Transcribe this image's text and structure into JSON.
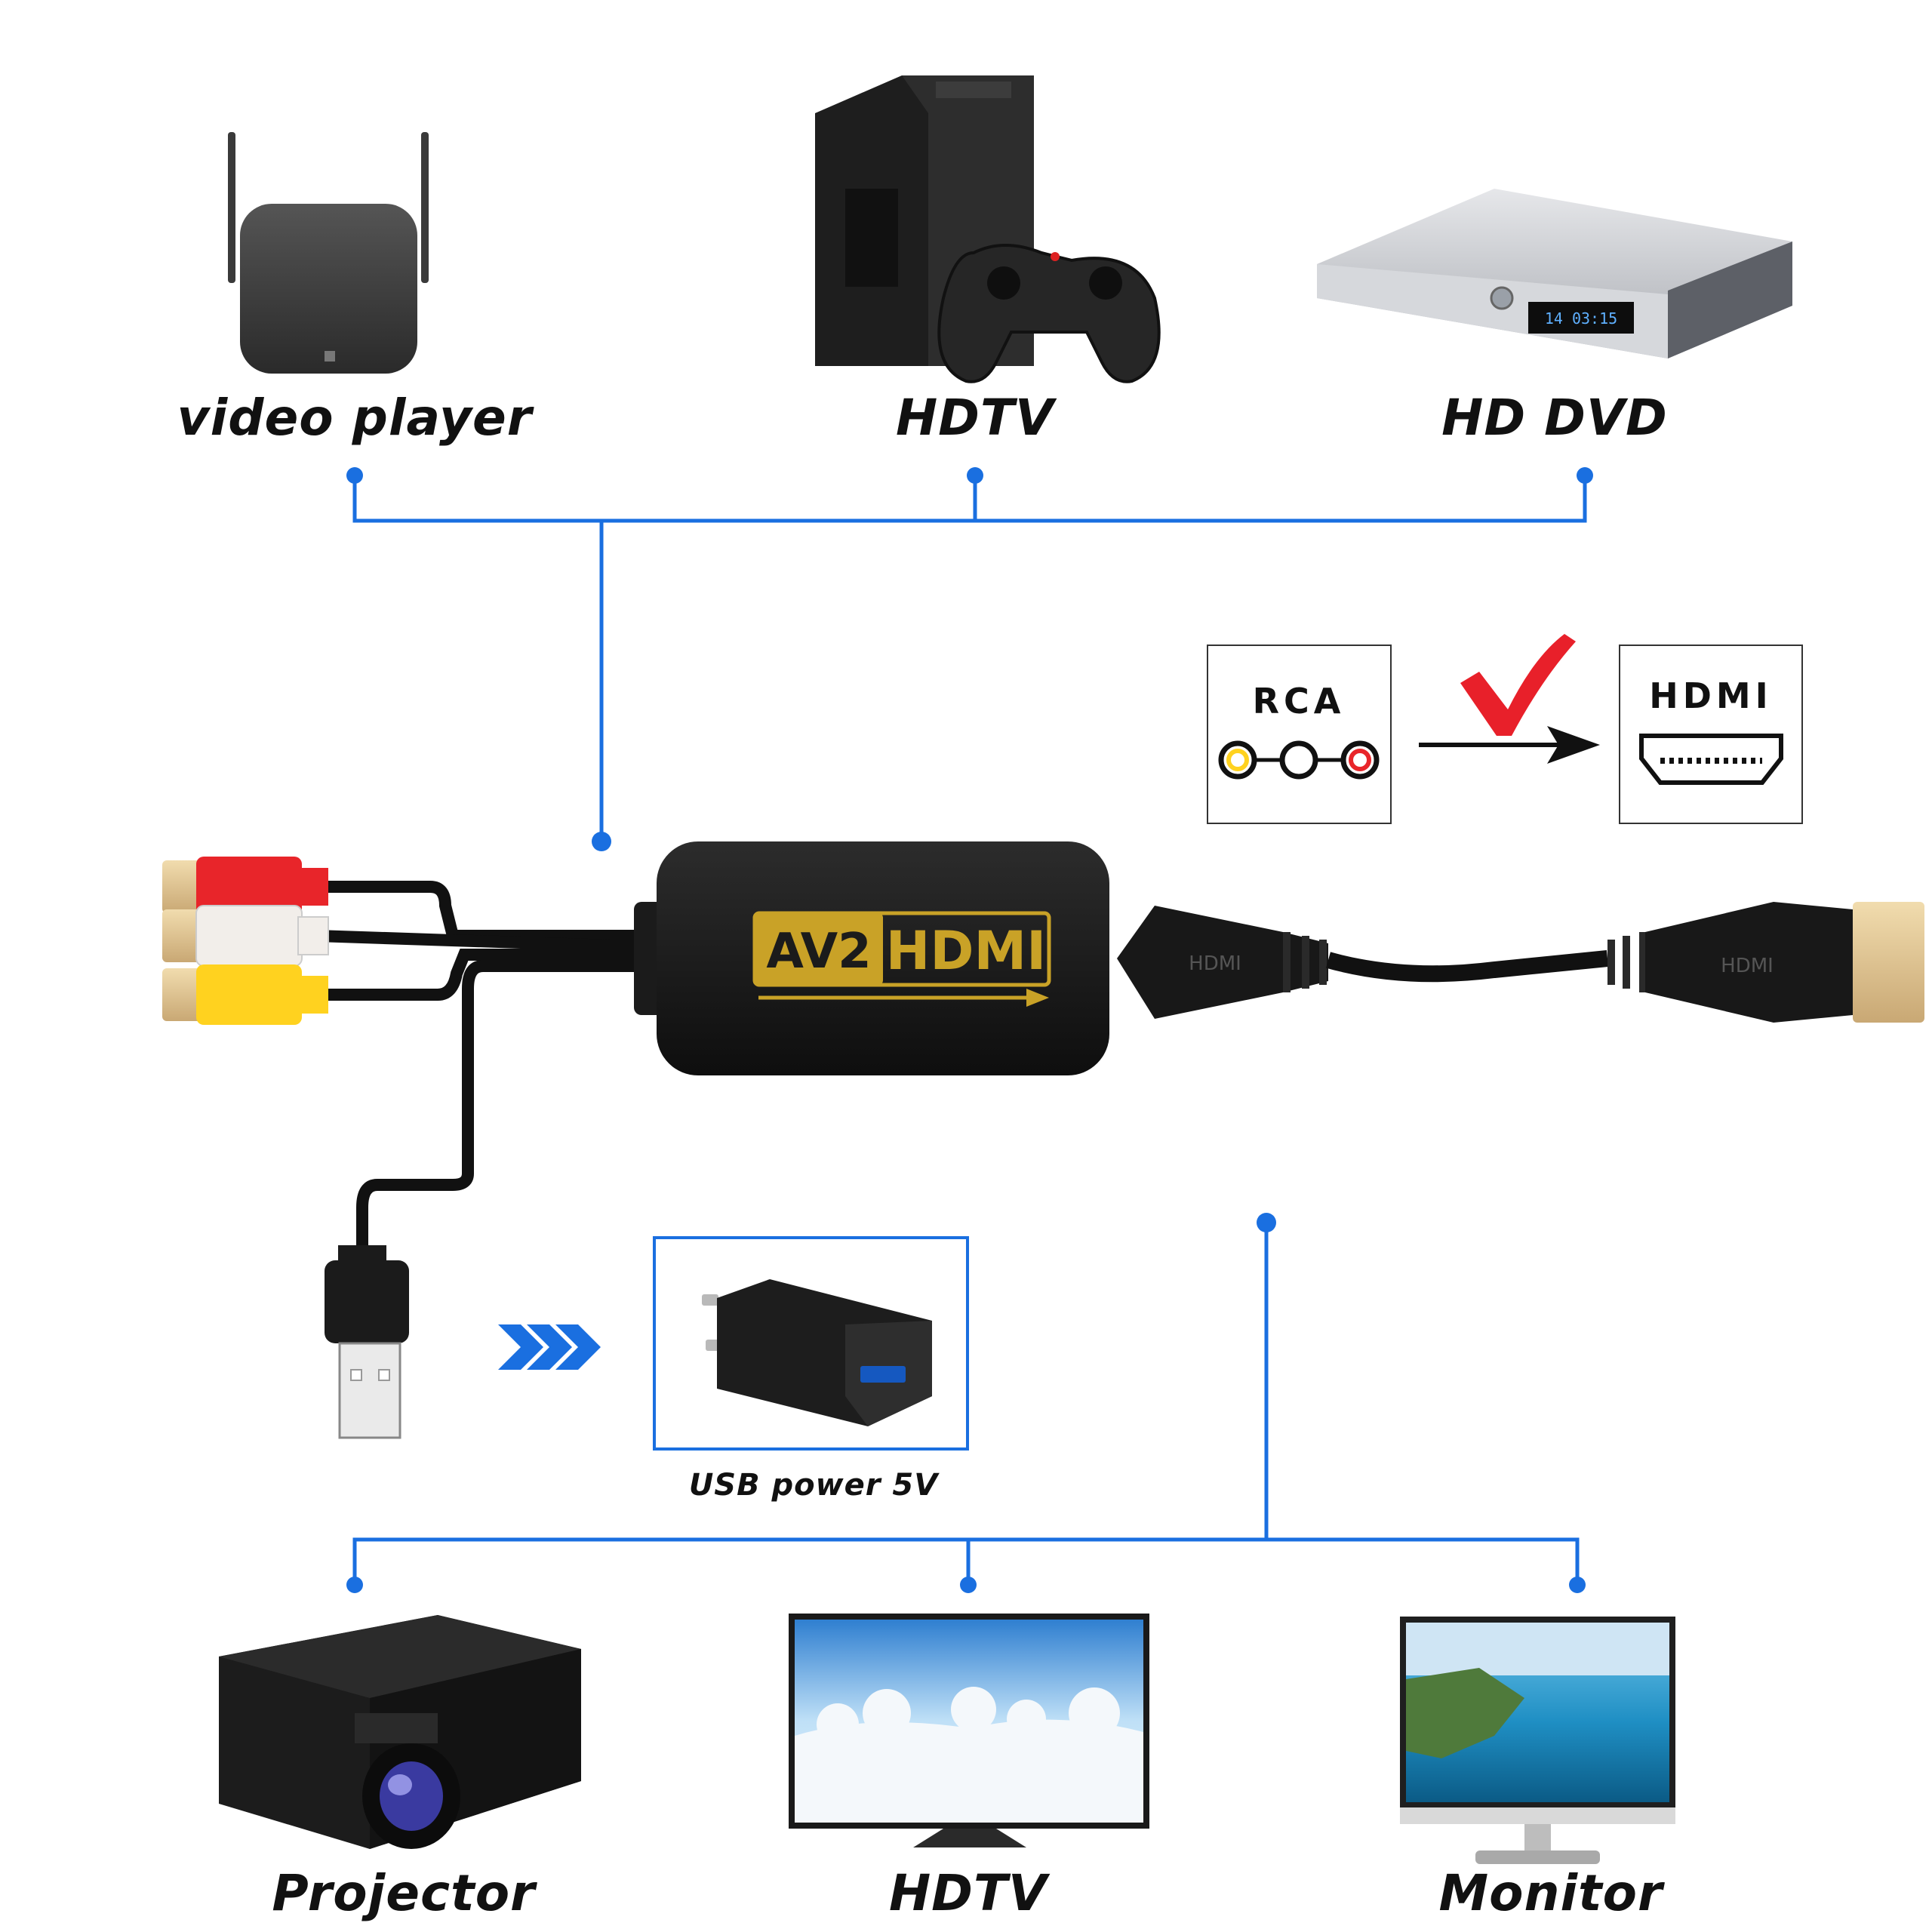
{
  "sources": {
    "video_player": "video player",
    "hdtv": "HDTV",
    "hd_dvd": "HD DVD"
  },
  "outputs": {
    "projector": "Projector",
    "hdtv": "HDTV",
    "monitor": "Monitor"
  },
  "conversion_panel": {
    "from": "RCA",
    "to": "HDMI"
  },
  "adapter": {
    "logo_av": "AV2",
    "logo_hdmi": "HDMI",
    "cable_marking": "HDMI"
  },
  "power": {
    "caption": "USB power 5V"
  },
  "dvd_display": "14 03:15",
  "colors": {
    "connector_line": "#1a6fe0",
    "adapter_body": "#1b1b1b",
    "logo_gold": "#c9a227",
    "rca_red": "#e8252a",
    "rca_white": "#f2f2f2",
    "rca_yellow": "#ffd21f",
    "check_red": "#e8202a"
  }
}
